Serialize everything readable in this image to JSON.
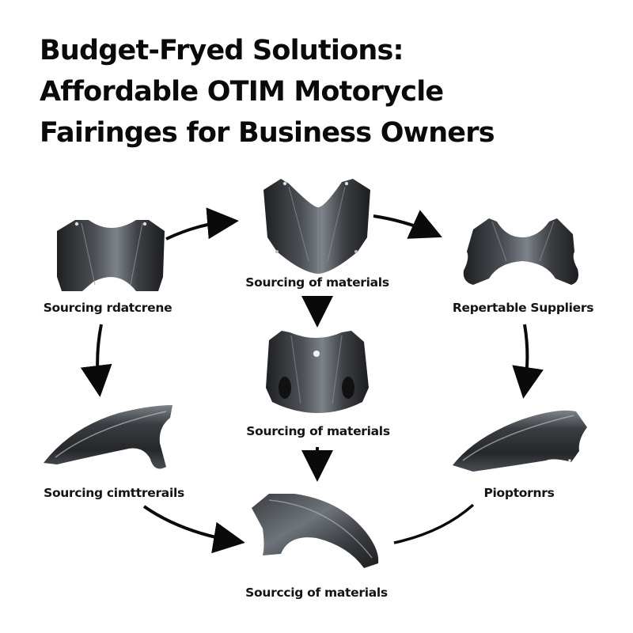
{
  "title": {
    "lines": [
      "Budget-Fryed Solutions:",
      "Affordable OTIM Motorycle",
      "Fairinges for Business Owners"
    ]
  },
  "nodes": [
    {
      "id": "top-left",
      "label": "Sourcing rdatcrene",
      "part": "upper-cowl-wide"
    },
    {
      "id": "top-center",
      "label": "Sourcing of materials",
      "part": "front-nose-fairing"
    },
    {
      "id": "top-right",
      "label": "Repertable Suppliers",
      "part": "upper-cowl-curved"
    },
    {
      "id": "middle-center",
      "label": "Sourcing of materials",
      "part": "headlight-fairing"
    },
    {
      "id": "middle-left",
      "label": "Sourcing cimttrerails",
      "part": "front-fender"
    },
    {
      "id": "middle-right",
      "label": "Pioptornrs",
      "part": "front-fender"
    },
    {
      "id": "bottom-center",
      "label": "Sourccig of materials",
      "part": "rear-fender"
    }
  ],
  "colors": {
    "background": "#ffffff",
    "text": "#111111",
    "arrow": "#0a0a0a",
    "part_dark": "#2a2c2f",
    "part_mid": "#55595e",
    "part_light": "#9aa0a6"
  }
}
